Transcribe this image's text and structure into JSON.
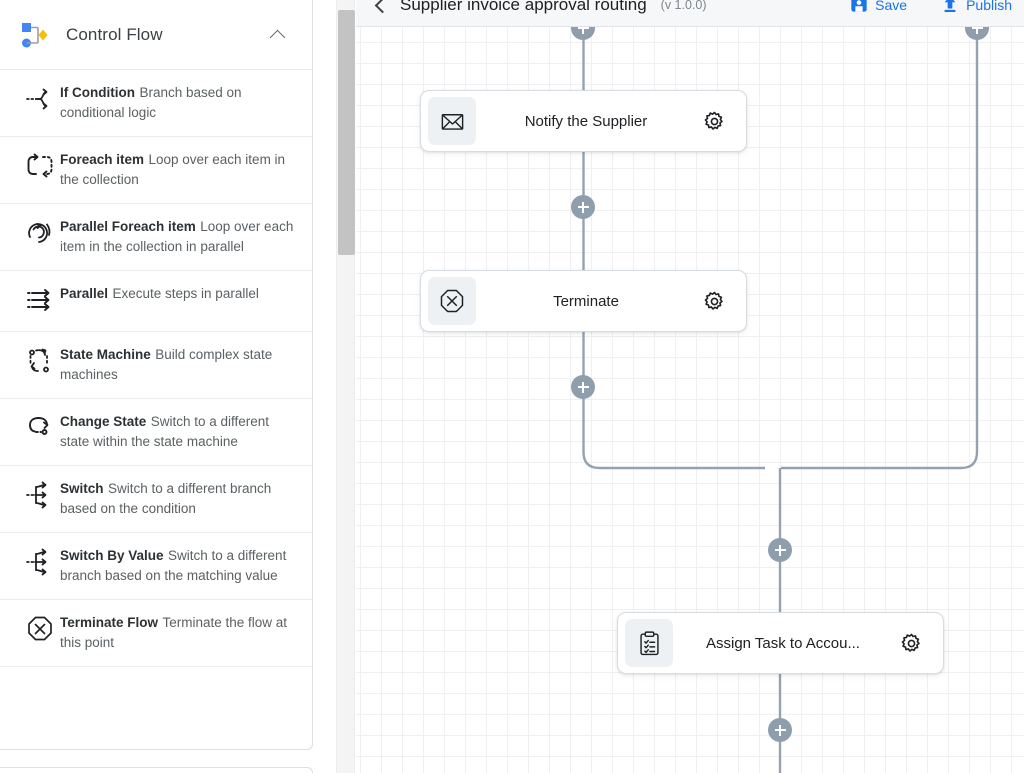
{
  "sidebar": {
    "group": {
      "title": "Control Flow",
      "icon": "control-flow-icon",
      "collapse_icon": "chevron-up-icon",
      "expanded": true
    },
    "items": [
      {
        "icon": "if-condition-icon",
        "title": "If Condition",
        "desc": "Branch based on conditional logic"
      },
      {
        "icon": "foreach-item-icon",
        "title": "Foreach item",
        "desc": "Loop over each item in the collection"
      },
      {
        "icon": "parallel-foreach-icon",
        "title": "Parallel Foreach item",
        "desc": "Loop over each item in the collection in parallel"
      },
      {
        "icon": "parallel-icon",
        "title": "Parallel",
        "desc": "Execute steps in parallel"
      },
      {
        "icon": "state-machine-icon",
        "title": "State Machine",
        "desc": "Build complex state machines"
      },
      {
        "icon": "change-state-icon",
        "title": "Change State",
        "desc": "Switch to a different state within the state machine"
      },
      {
        "icon": "switch-icon",
        "title": "Switch",
        "desc": "Switch to a different branch based on the condition"
      },
      {
        "icon": "switch-by-value-icon",
        "title": "Switch By Value",
        "desc": "Switch to a different branch based on the matching value"
      },
      {
        "icon": "terminate-flow-icon",
        "title": "Terminate Flow",
        "desc": "Terminate the flow at this point"
      }
    ]
  },
  "topbar": {
    "back_icon": "back-arrow-icon",
    "title": "Supplier invoice approval routing",
    "version": "(v 1.0.0)",
    "save_label": "Save",
    "save_icon": "save-icon",
    "publish_label": "Publish",
    "publish_icon": "publish-icon",
    "accent": "#1a73e8"
  },
  "canvas": {
    "connector_color": "#94a3b1",
    "plus_color": "#8f9ead",
    "grid": true,
    "nodes": [
      {
        "id": "notify-supplier",
        "icon": "envelope-icon",
        "label": "Notify the Supplier",
        "gear": "gear-icon"
      },
      {
        "id": "terminate",
        "icon": "terminate-icon",
        "label": "Terminate",
        "gear": "gear-icon"
      },
      {
        "id": "assign-task",
        "icon": "clipboard-icon",
        "label": "Assign Task to Accou...",
        "gear": "gear-icon"
      }
    ],
    "add_handles": [
      {
        "id": "add-above-notify"
      },
      {
        "id": "add-right-branch-top"
      },
      {
        "id": "add-between-notify-terminate"
      },
      {
        "id": "add-below-terminate"
      },
      {
        "id": "add-after-merge"
      },
      {
        "id": "add-after-assign-task"
      }
    ]
  },
  "scrollbar": {
    "name": "sidebar-scrollbar"
  }
}
